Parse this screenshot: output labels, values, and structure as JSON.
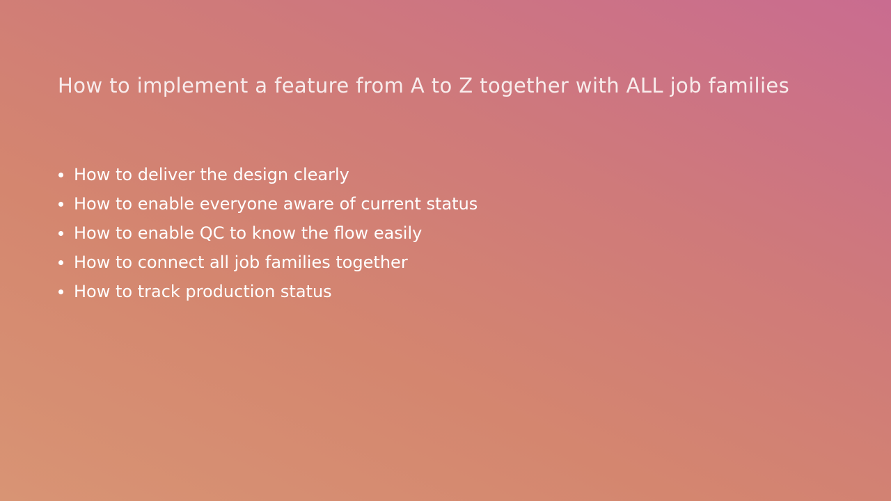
{
  "slide": {
    "title": "How to implement a feature from A to Z together with ALL job families",
    "bullets": [
      "How to deliver the design clearly",
      "How to enable everyone aware of current status",
      "How to enable QC to know the flow easily",
      "How to connect all job families together",
      "How to track production status"
    ],
    "colors": {
      "text": "#ffffff",
      "gradient_start": "#d89474",
      "gradient_end": "#c96c90"
    },
    "bullet_icon": "bullet-dot-icon"
  }
}
